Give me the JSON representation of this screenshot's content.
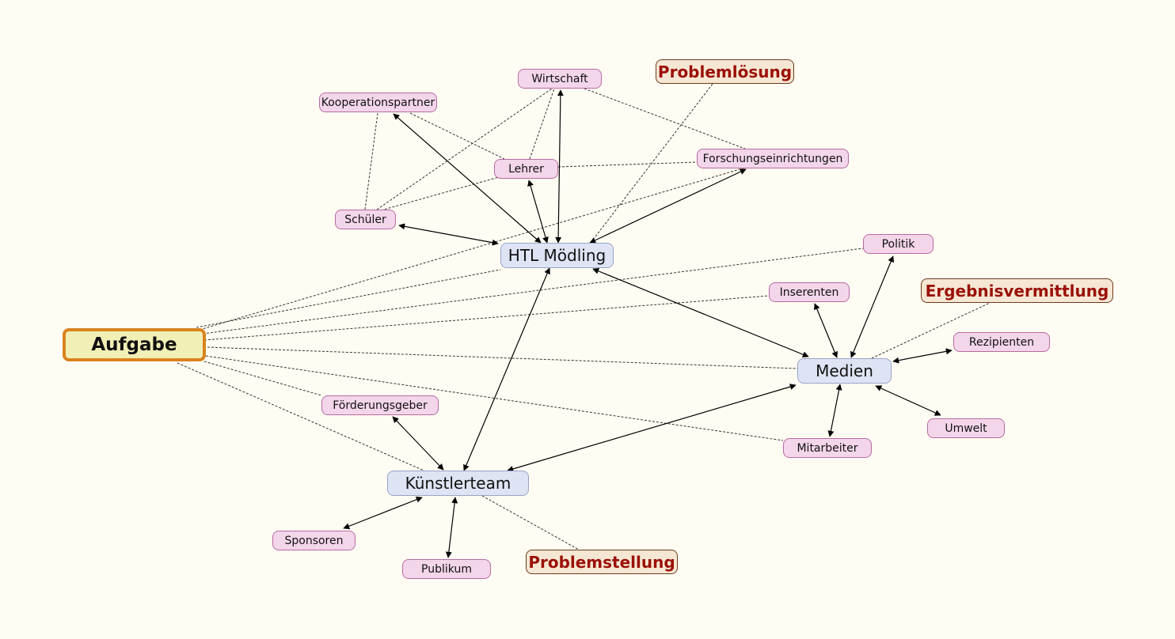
{
  "nodes": {
    "aufgabe": "Aufgabe",
    "htl_moedling": "HTL Mödling",
    "medien": "Medien",
    "kuenstlerteam": "Künstlerteam",
    "problemloesung": "Problemlösung",
    "ergebnisvermittlung": "Ergebnisvermittlung",
    "problemstellung": "Problemstellung",
    "wirtschaft": "Wirtschaft",
    "kooperationspartner": "Kooperationspartner",
    "lehrer": "Lehrer",
    "forschungseinrichtungen": "Forschungseinrichtungen",
    "schueler": "Schüler",
    "politik": "Politik",
    "inserenten": "Inserenten",
    "rezipienten": "Rezipienten",
    "umwelt": "Umwelt",
    "mitarbeiter": "Mitarbeiter",
    "foerderungsgeber": "Förderungsgeber",
    "sponsoren": "Sponsoren",
    "publikum": "Publikum"
  }
}
